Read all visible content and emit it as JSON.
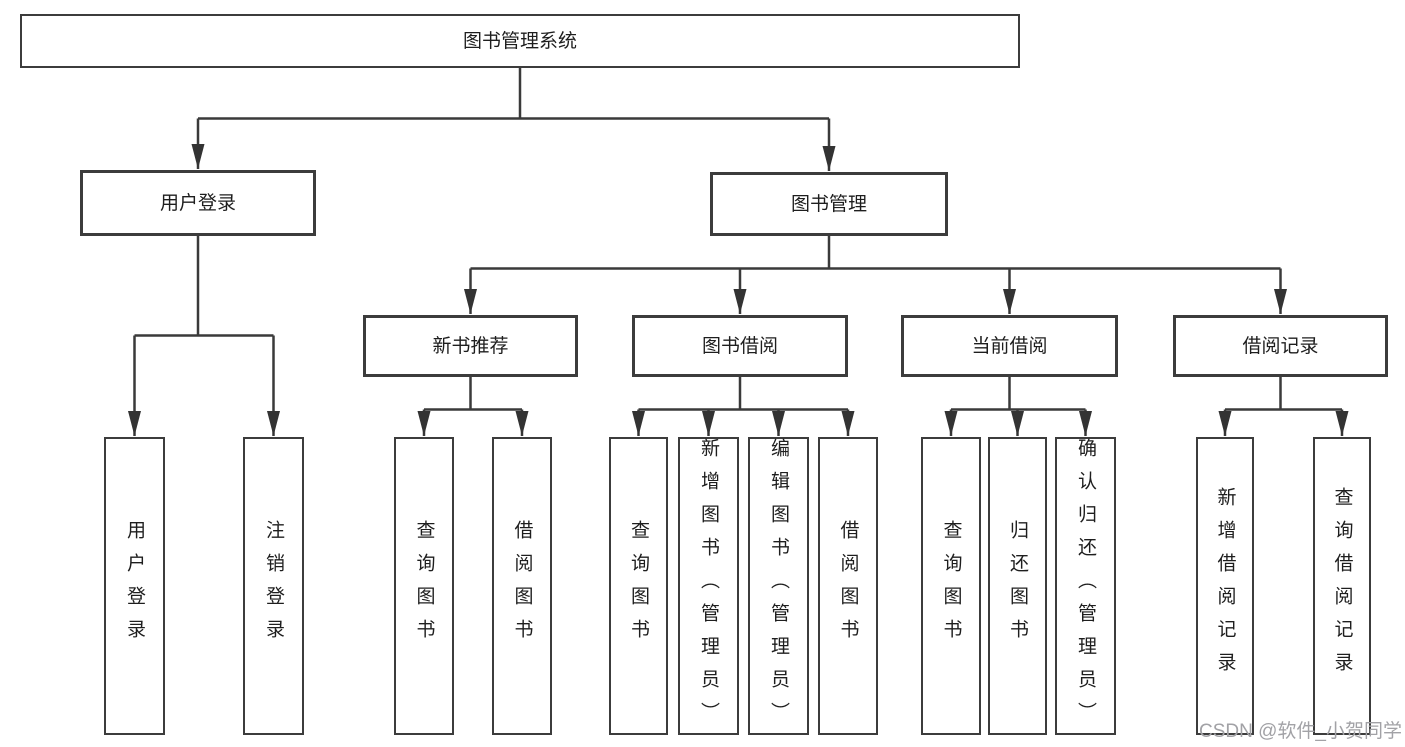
{
  "tree": {
    "root": {
      "label": "图书管理系统"
    },
    "branches": [
      {
        "label": "用户登录",
        "children": [
          {
            "label": "用户登录"
          },
          {
            "label": "注销登录"
          }
        ]
      },
      {
        "label": "图书管理",
        "groups": [
          {
            "label": "新书推荐",
            "children": [
              {
                "label": "查询图书"
              },
              {
                "label": "借阅图书"
              }
            ]
          },
          {
            "label": "图书借阅",
            "children": [
              {
                "label": "查询图书"
              },
              {
                "label": "新增图书（管理员）"
              },
              {
                "label": "编辑图书（管理员）"
              },
              {
                "label": "借阅图书"
              }
            ]
          },
          {
            "label": "当前借阅",
            "children": [
              {
                "label": "查询图书"
              },
              {
                "label": "归还图书"
              },
              {
                "label": "确认归还（管理员）"
              }
            ]
          },
          {
            "label": "借阅记录",
            "children": [
              {
                "label": "新增借阅记录"
              },
              {
                "label": "查询借阅记录"
              }
            ]
          }
        ]
      }
    ]
  },
  "watermark": {
    "text": "CSDN @软件_小贺同学"
  },
  "colors": {
    "line": "#3a3a3a",
    "arrow": "#333333",
    "box_border": "#3c3c3c",
    "text": "#1e1e1e",
    "watermark": "#a2a2a6",
    "background": "#ffffff"
  }
}
